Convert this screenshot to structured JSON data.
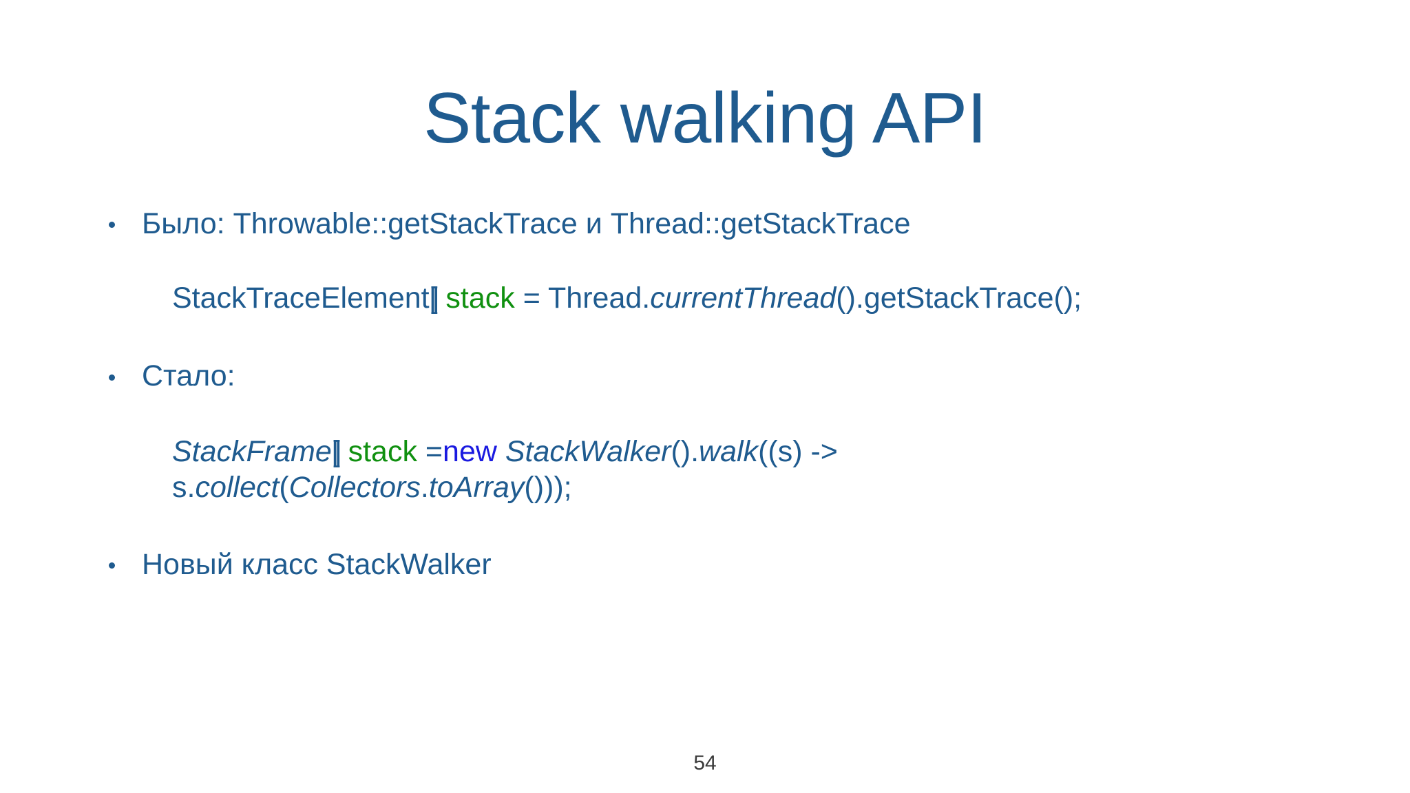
{
  "slide": {
    "title": "Stack walking API",
    "page_number": "54",
    "colors": {
      "background": "#ffffff",
      "title_blue": "#1f5b8f",
      "body_blue": "#1f5b8f",
      "code_green": "#109010",
      "keyword_blue": "#1a1ae0",
      "page_number_gray": "#3a3a3a"
    },
    "bullets": [
      {
        "id": "bullet-was",
        "text": "Было: Throwable::getStackTrace и Thread::getStackTrace"
      },
      {
        "id": "bullet-now",
        "text": "Стало:"
      },
      {
        "id": "bullet-new-class",
        "text": "Новый класс StackWalker"
      }
    ],
    "code_blocks": [
      {
        "id": "code-old-api",
        "lines": [
          {
            "tokens": [
              {
                "text": "StackTraceElement",
                "style": "plain"
              },
              {
                "text": "[]",
                "style": "bracket"
              },
              {
                "text": " ",
                "style": "plain"
              },
              {
                "text": "stack",
                "style": "green"
              },
              {
                "text": " = Thread.",
                "style": "plain"
              },
              {
                "text": "currentThread",
                "style": "italic"
              },
              {
                "text": "().getStackTrace();",
                "style": "plain"
              }
            ]
          }
        ]
      },
      {
        "id": "code-new-api",
        "lines": [
          {
            "tokens": [
              {
                "text": "StackFrame",
                "style": "italic"
              },
              {
                "text": "[]",
                "style": "bracket"
              },
              {
                "text": " ",
                "style": "plain"
              },
              {
                "text": "stack",
                "style": "green"
              },
              {
                "text": " =",
                "style": "plain"
              },
              {
                "text": "new",
                "style": "keyword"
              },
              {
                "text": " ",
                "style": "plain"
              },
              {
                "text": "StackWalker",
                "style": "italic"
              },
              {
                "text": "().",
                "style": "plain"
              },
              {
                "text": "walk",
                "style": "italic"
              },
              {
                "text": "((s) ->",
                "style": "plain"
              }
            ]
          },
          {
            "tokens": [
              {
                "text": "s.",
                "style": "plain"
              },
              {
                "text": "collect",
                "style": "italic"
              },
              {
                "text": "(",
                "style": "plain"
              },
              {
                "text": "Collectors",
                "style": "italic"
              },
              {
                "text": ".",
                "style": "plain"
              },
              {
                "text": "toArray",
                "style": "italic"
              },
              {
                "text": "()));",
                "style": "plain"
              }
            ]
          }
        ]
      }
    ]
  }
}
